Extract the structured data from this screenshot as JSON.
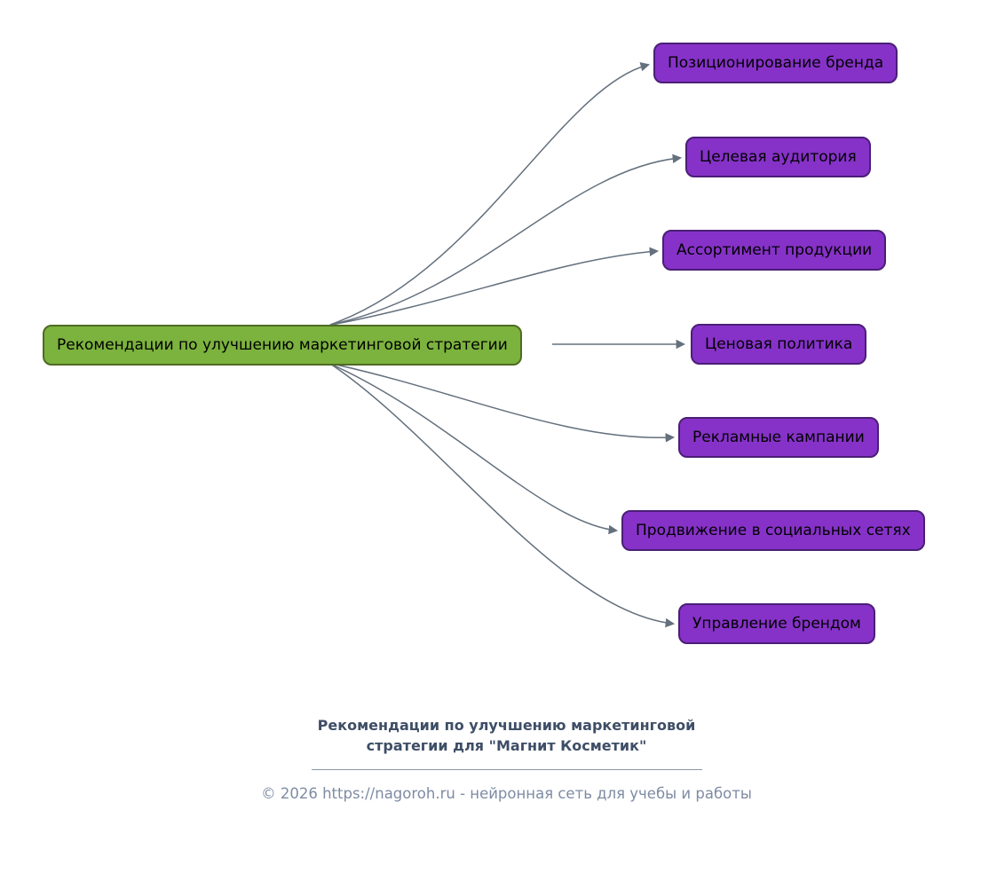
{
  "diagram": {
    "root": {
      "label": "Рекомендации по улучшению маркетинговой стратегии"
    },
    "children": [
      {
        "label": "Позиционирование бренда"
      },
      {
        "label": "Целевая аудитория"
      },
      {
        "label": "Ассортимент продукции"
      },
      {
        "label": "Ценовая политика"
      },
      {
        "label": "Рекламные кампании"
      },
      {
        "label": "Продвижение в социальных сетях"
      },
      {
        "label": "Управление брендом"
      }
    ],
    "colors": {
      "root_fill": "#7cb23e",
      "root_border": "#4f6b22",
      "child_fill": "#8632c8",
      "child_border": "#4b1e77",
      "edge": "#64707d",
      "text": "#000000"
    }
  },
  "footer": {
    "title": "Рекомендации по улучшению маркетинговой\nстратегии для \"Магнит Косметик\"",
    "copyright": "© 2026 https://nagoroh.ru - нейронная сеть для учебы и работы"
  }
}
